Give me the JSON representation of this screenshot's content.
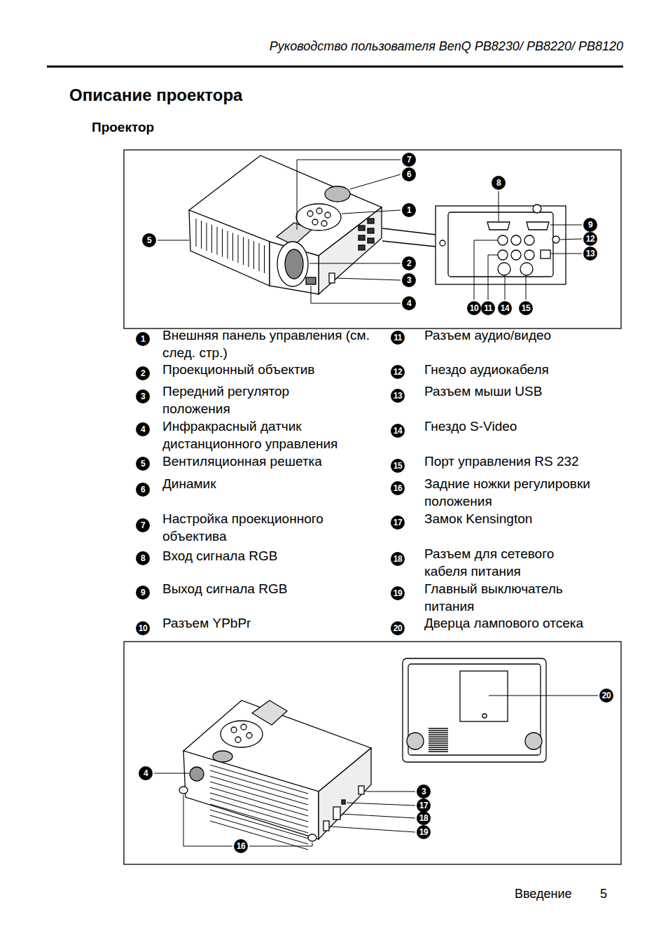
{
  "diagram": {
    "title": "Описание проектора",
    "labels": [
      "Руководство пользователя BenQ PB8230/ PB8220/ PB8120",
      "Проектор",
      "7",
      "6",
      "8",
      "1",
      "9",
      "12",
      "5",
      "13",
      "2",
      "3",
      "4",
      "10",
      "11",
      "14",
      "15",
      "1",
      "Внешняя панель управления (см. след. стр.)",
      "11",
      "Разъем аудио/видео",
      "2",
      "Проекционный объектив",
      "12",
      "Гнездо аудиокабеля",
      "3",
      "Передний регулятор положения",
      "13",
      "Разъем мыши USB",
      "4",
      "Инфракрасный датчик дистанционного управления",
      "14",
      "Гнездо S-Video",
      "5",
      "Вентиляционная решетка",
      "15",
      "Порт управления RS 232",
      "6",
      "Динамик",
      "16",
      "Задние ножки регулировки положения",
      "7",
      "Настройка проекционного объектива",
      "17",
      "Замок Kensington",
      "8",
      "Вход сигнала RGB",
      "18",
      "Разъем для сетевого кабеля питания",
      "9",
      "Выход сигнала RGB",
      "19",
      "Главный выключатель питания",
      "10",
      "Разъем YPbPr",
      "20",
      "Дверца лампового отсека",
      "20",
      "4",
      "3",
      "17",
      "18",
      "19",
      "16",
      "Введение",
      "5"
    ]
  }
}
